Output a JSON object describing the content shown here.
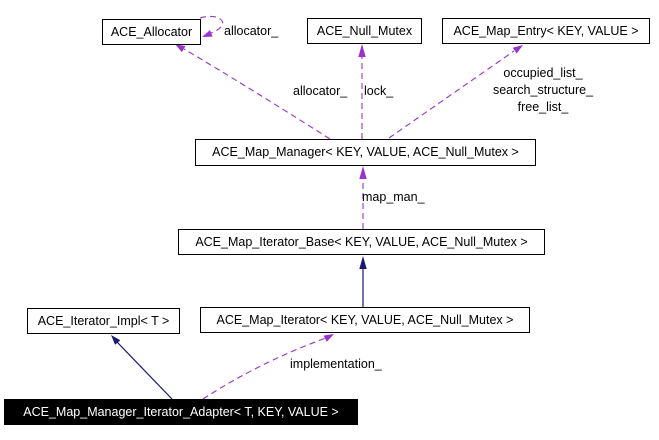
{
  "diagram": {
    "type": "collaboration-graph",
    "background_color": "#ffffff",
    "colors": {
      "node_border": "#000000",
      "node_fill": "#ffffff",
      "node_text": "#000000",
      "selected_node_fill": "#000000",
      "selected_node_text": "#ffffff",
      "usage_edge": "#9a32cd",
      "inheritance_edge": "#191970"
    },
    "nodes": [
      {
        "label": "ACE_Allocator",
        "selected": false
      },
      {
        "label": "ACE_Null_Mutex",
        "selected": false
      },
      {
        "label": "ACE_Map_Entry< KEY, VALUE >",
        "selected": false
      },
      {
        "label": "ACE_Map_Manager< KEY, VALUE, ACE_Null_Mutex >",
        "selected": false
      },
      {
        "label": "ACE_Map_Iterator_Base< KEY, VALUE, ACE_Null_Mutex >",
        "selected": false
      },
      {
        "label": "ACE_Iterator_Impl< T >",
        "selected": false
      },
      {
        "label": "ACE_Map_Iterator< KEY, VALUE, ACE_Null_Mutex >",
        "selected": false
      },
      {
        "label": "ACE_Map_Manager_Iterator_Adapter< T, KEY, VALUE >",
        "selected": true
      }
    ],
    "edges": [
      {
        "from": "ACE_Allocator",
        "to": "ACE_Allocator",
        "kind": "usage",
        "style": "dashed",
        "label": "allocator_"
      },
      {
        "from": "ACE_Map_Manager< KEY, VALUE, ACE_Null_Mutex >",
        "to": "ACE_Allocator",
        "kind": "usage",
        "style": "dashed",
        "label": "allocator_"
      },
      {
        "from": "ACE_Map_Manager< KEY, VALUE, ACE_Null_Mutex >",
        "to": "ACE_Null_Mutex",
        "kind": "usage",
        "style": "dashed",
        "label": "lock_"
      },
      {
        "from": "ACE_Map_Manager< KEY, VALUE, ACE_Null_Mutex >",
        "to": "ACE_Map_Entry< KEY, VALUE >",
        "kind": "usage",
        "style": "dashed",
        "label_lines": [
          "occupied_list_",
          "search_structure_",
          "free_list_"
        ]
      },
      {
        "from": "ACE_Map_Iterator_Base< KEY, VALUE, ACE_Null_Mutex >",
        "to": "ACE_Map_Manager< KEY, VALUE, ACE_Null_Mutex >",
        "kind": "usage",
        "style": "dashed",
        "label": "map_man_"
      },
      {
        "from": "ACE_Map_Iterator< KEY, VALUE, ACE_Null_Mutex >",
        "to": "ACE_Map_Iterator_Base< KEY, VALUE, ACE_Null_Mutex >",
        "kind": "inheritance",
        "style": "solid",
        "label": ""
      },
      {
        "from": "ACE_Map_Manager_Iterator_Adapter< T, KEY, VALUE >",
        "to": "ACE_Iterator_Impl< T >",
        "kind": "inheritance",
        "style": "solid",
        "label": ""
      },
      {
        "from": "ACE_Map_Manager_Iterator_Adapter< T, KEY, VALUE >",
        "to": "ACE_Map_Iterator< KEY, VALUE, ACE_Null_Mutex >",
        "kind": "usage",
        "style": "dashed",
        "label": "implementation_"
      }
    ],
    "edge_labels": {
      "allocator_self": "allocator_",
      "allocator": "allocator_",
      "lock": "lock_",
      "member_list": {
        "lines": [
          "occupied_list_",
          "search_structure_",
          "free_list_"
        ]
      },
      "map_man": "map_man_",
      "implementation": "implementation_"
    }
  }
}
